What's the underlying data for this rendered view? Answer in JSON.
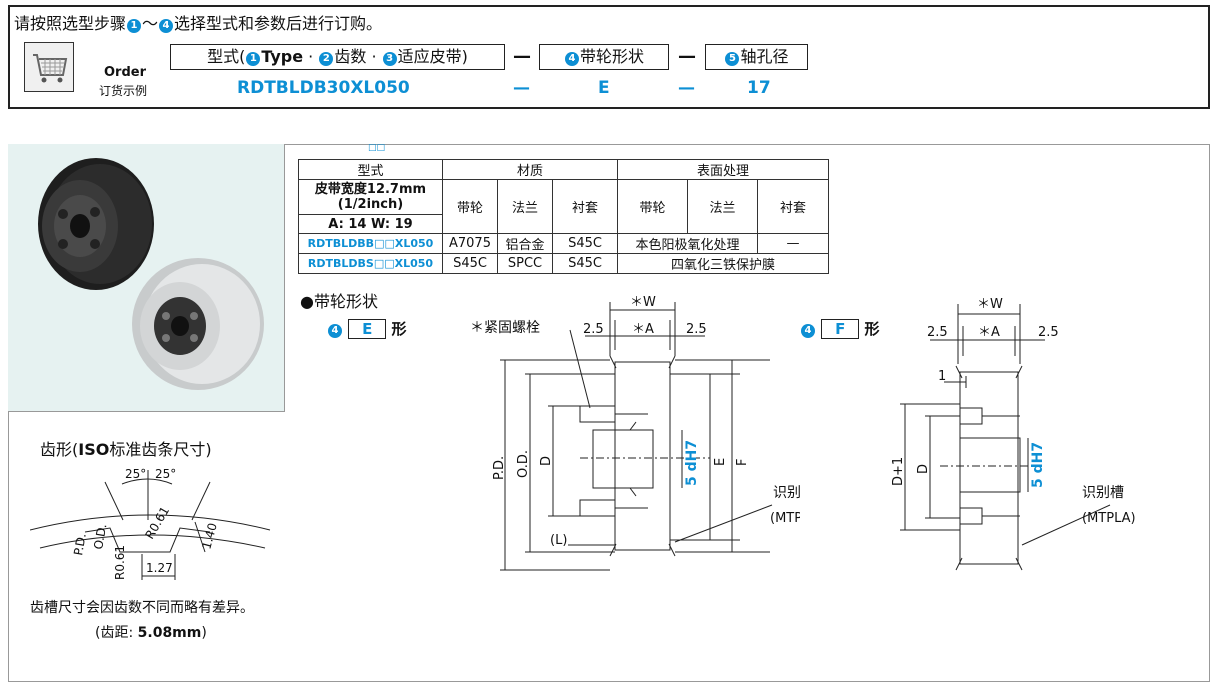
{
  "header": {
    "instruction_prefix": "请按照选型步骤",
    "instruction_n1": "1",
    "instruction_mid": "～",
    "instruction_n4": "4",
    "instruction_suffix": "选择型式和参数后进行订购。",
    "order_label": "Order",
    "order_sub": "订货示例",
    "box1_prefix": "型式(",
    "box1_n1": "1",
    "box1_type": "Type",
    "box1_n2": "2",
    "box1_teeth": "齿数",
    "box1_n3": "3",
    "box1_belt": "适应皮带)",
    "box2_n": "4",
    "box2_label": "带轮形状",
    "box3_n": "5",
    "box3_label": "轴孔径",
    "dash": "—",
    "example_type": "RDTBLDB30XL050",
    "example_shape": "E",
    "example_bore": "17"
  },
  "table": {
    "tiny_marker": "□□",
    "h_type": "型式",
    "h_material": "材质",
    "h_surface": "表面处理",
    "h_width_line1": "皮带宽度12.7mm",
    "h_width_line2": "(1/2inch)",
    "h_aw": "A: 14  W: 19",
    "h_pulley": "带轮",
    "h_flange": "法兰",
    "h_sleeve": "衬套",
    "rows": [
      {
        "type": "RDTBLDBB□□XL050",
        "m_pulley": "A7075",
        "m_flange": "铝合金",
        "m_sleeve": "S45C",
        "s_pulley_flange": "本色阳极氧化处理",
        "s_sleeve": "—"
      },
      {
        "type": "RDTBLDBS□□XL050",
        "m_pulley": "S45C",
        "m_flange": "SPCC",
        "m_sleeve": "S45C",
        "s_all": "四氧化三铁保护膜"
      }
    ]
  },
  "shape": {
    "title": "●带轮形状",
    "e_num": "4",
    "e_letter": "E",
    "e_suffix": "形",
    "f_num": "4",
    "f_letter": "F",
    "f_suffix": "形",
    "screw_label": "＊紧固螺栓",
    "w": "＊W",
    "a": "＊A",
    "d25": "2.5",
    "one": "1",
    "pd": "P.D.",
    "od": "O.D.",
    "d": "D",
    "dp1": "D+1",
    "e": "E",
    "f": "F",
    "l": "(L)",
    "dh7_n": "5",
    "dh7": "dH7",
    "groove": "识别槽",
    "groove_code": "(MTPLA)"
  },
  "tooth": {
    "title_pre": "齿形(",
    "title_iso": "ISO",
    "title_post": "标准齿条尺寸)",
    "ang1": "25°",
    "ang2": "25°",
    "r1": "R0.61",
    "r2": "R0.61",
    "h": "1.40",
    "w": "1.27",
    "od": "O.D.",
    "pd": "P.D.",
    "note1": "齿槽尺寸会因齿数不同而略有差异。",
    "note2_pre": "(齿距: ",
    "note2_val": "5.08mm",
    "note2_post": ")"
  }
}
